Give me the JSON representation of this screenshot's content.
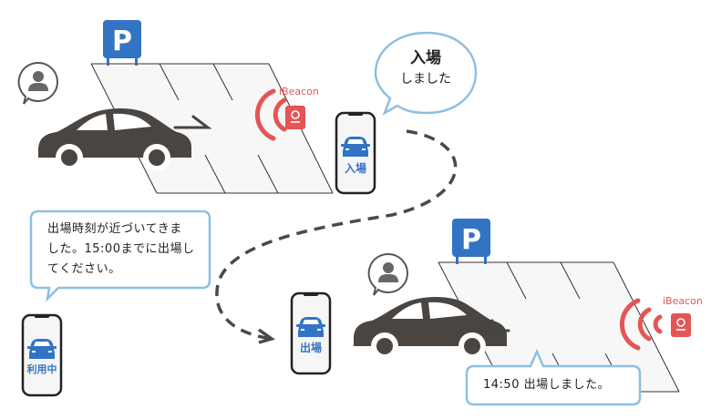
{
  "colors": {
    "brand_blue": "#3373c4",
    "beacon_red": "#e45555",
    "car_dark": "#4a4540",
    "bubble_border": "#8fbfe0",
    "lot_fill": "#f7f7f7",
    "dash": "#4a4a4a"
  },
  "scene_entry": {
    "parking_sign": "P",
    "beacon_label": "iBeacon",
    "phone_label": "入場",
    "speech_bubble": {
      "line1": "入場",
      "line2": "しました"
    }
  },
  "notification": {
    "line1": "出場時刻が近づいてきま",
    "line2": "した。15:00までに出場し",
    "line3": "てください。",
    "phone_label": "利用中"
  },
  "scene_exit": {
    "parking_sign": "P",
    "beacon_label": "iBeacon",
    "phone_label": "出場",
    "message": "14:50 出場しました。"
  },
  "icons": [
    "parking-sign-icon",
    "user-avatar-icon",
    "car-icon",
    "beacon-icon",
    "signal-waves-icon",
    "smartphone-icon",
    "arrow-icon"
  ]
}
